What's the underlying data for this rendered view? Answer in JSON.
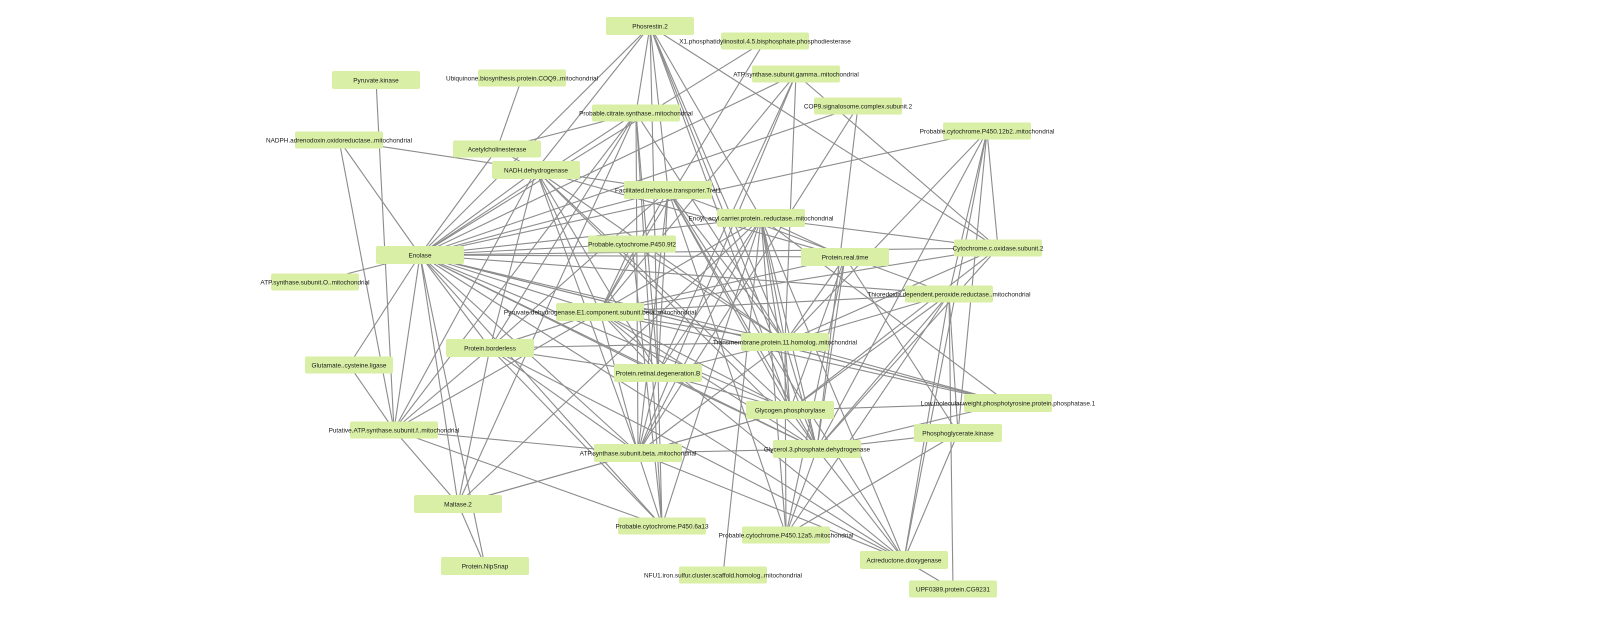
{
  "network": {
    "node_color": "#d9efa6",
    "edge_color": "#8c8c8c",
    "nodes": [
      {
        "id": "phos2",
        "label": "Phosrestin.2"
      },
      {
        "id": "x1pip",
        "label": "X1.phosphatidylinositol.4.5.bisphosphate.phosphodiesterase"
      },
      {
        "id": "pyrk",
        "label": "Pyruvate.kinase"
      },
      {
        "id": "ubiq",
        "label": "Ubiquinone.biosynthesis.protein.COQ9..mitochondrial"
      },
      {
        "id": "atpgam",
        "label": "ATP.synthase.subunit.gamma..mitochondrial"
      },
      {
        "id": "cop9",
        "label": "COP9.signalosome.complex.subunit.2"
      },
      {
        "id": "citsyn",
        "label": "Probable.citrate.synthase..mitochondrial"
      },
      {
        "id": "cyp12b2",
        "label": "Probable.cytochrome.P450.12b2..mitochondrial"
      },
      {
        "id": "nadphad",
        "label": "NADPH.adrenodoxin.oxidoreductase..mitochondrial"
      },
      {
        "id": "ache",
        "label": "Acetylcholinesterase"
      },
      {
        "id": "nadh",
        "label": "NADH.dehydrogenase"
      },
      {
        "id": "tret",
        "label": "Facilitated.trehalose.transporter.Tret1"
      },
      {
        "id": "enoyl",
        "label": "Enoyl..acyl.carrier.protein..reductase..mitochondrial"
      },
      {
        "id": "cyp9f2",
        "label": "Probable.cytochrome.P450.9f2"
      },
      {
        "id": "eno",
        "label": "Enolase"
      },
      {
        "id": "realtime",
        "label": "Protein.real.time"
      },
      {
        "id": "cox2",
        "label": "Cytochrome.c.oxidase.subunit.2"
      },
      {
        "id": "atpo",
        "label": "ATP.synthase.subunit.O..mitochondrial"
      },
      {
        "id": "thio",
        "label": "Thioredoxin.dependent.peroxide.reductase..mitochondrial"
      },
      {
        "id": "pdhe1b",
        "label": "Pyruvate.dehydrogenase.E1.component.subunit.beta..mitochondrial"
      },
      {
        "id": "tmem11",
        "label": "Transmembrane.protein.11.homolog..mitochondrial"
      },
      {
        "id": "border",
        "label": "Protein.borderless"
      },
      {
        "id": "gcl",
        "label": "Glutamate..cysteine.ligase"
      },
      {
        "id": "rdgb",
        "label": "Protein.retinal.degeneration.B"
      },
      {
        "id": "glyp",
        "label": "Glycogen.phosphorylase"
      },
      {
        "id": "lmwptp",
        "label": "Low.molecular.weight.phosphotyrosine.protein.phosphatase.1"
      },
      {
        "id": "atpf",
        "label": "Putative.ATP.synthase.subunit.f..mitochondrial"
      },
      {
        "id": "pgk",
        "label": "Phosphoglycerate.kinase"
      },
      {
        "id": "atpb",
        "label": "ATP.synthase.subunit.beta..mitochondrial"
      },
      {
        "id": "g3pdh",
        "label": "Glycerol.3.phosphate.dehydrogenase"
      },
      {
        "id": "malt2",
        "label": "Maltase.2"
      },
      {
        "id": "cyp6a13",
        "label": "Probable.cytochrome.P450.6a13"
      },
      {
        "id": "cyp12a5",
        "label": "Probable.cytochrome.P450.12a5..mitochondrial"
      },
      {
        "id": "acired",
        "label": "Acireductone.dioxygenase"
      },
      {
        "id": "nipsnap",
        "label": "Protein.NipSnap"
      },
      {
        "id": "nfu1",
        "label": "NFU1.iron.sulfur.cluster.scaffold.homolog..mitochondrial"
      },
      {
        "id": "upf",
        "label": "UPF0389.protein.CG9231"
      }
    ],
    "edges": [
      [
        "phos2",
        "citsyn"
      ],
      [
        "phos2",
        "nadh"
      ],
      [
        "phos2",
        "tret"
      ],
      [
        "phos2",
        "enoyl"
      ],
      [
        "phos2",
        "cox2"
      ],
      [
        "phos2",
        "tmem11"
      ],
      [
        "phos2",
        "glyp"
      ],
      [
        "phos2",
        "g3pdh"
      ],
      [
        "phos2",
        "rdgb"
      ],
      [
        "phos2",
        "eno"
      ],
      [
        "x1pip",
        "pdhe1b"
      ],
      [
        "x1pip",
        "eno"
      ],
      [
        "pyrk",
        "atpf"
      ],
      [
        "ubiq",
        "ache"
      ],
      [
        "atpgam",
        "eno"
      ],
      [
        "atpgam",
        "pdhe1b"
      ],
      [
        "atpgam",
        "atpb"
      ],
      [
        "atpgam",
        "rdgb"
      ],
      [
        "atpgam",
        "cox2"
      ],
      [
        "atpgam",
        "tmem11"
      ],
      [
        "cop9",
        "eno"
      ],
      [
        "cop9",
        "g3pdh"
      ],
      [
        "cop9",
        "atpb"
      ],
      [
        "citsyn",
        "eno"
      ],
      [
        "citsyn",
        "border"
      ],
      [
        "citsyn",
        "atpb"
      ],
      [
        "citsyn",
        "rdgb"
      ],
      [
        "citsyn",
        "tmem11"
      ],
      [
        "citsyn",
        "malt2"
      ],
      [
        "citsyn",
        "atpf"
      ],
      [
        "citsyn",
        "cyp6a13"
      ],
      [
        "citsyn",
        "ache"
      ],
      [
        "cyp12b2",
        "thio"
      ],
      [
        "cyp12b2",
        "eno"
      ],
      [
        "cyp12b2",
        "acired"
      ],
      [
        "cyp12b2",
        "pgk"
      ],
      [
        "cyp12b2",
        "tmem11"
      ],
      [
        "cyp12b2",
        "cox2"
      ],
      [
        "cyp12b2",
        "g3pdh"
      ],
      [
        "nadphad",
        "eno"
      ],
      [
        "nadphad",
        "atpf"
      ],
      [
        "nadphad",
        "tret"
      ],
      [
        "ache",
        "eno"
      ],
      [
        "ache",
        "nadh"
      ],
      [
        "nadh",
        "eno"
      ],
      [
        "nadh",
        "pdhe1b"
      ],
      [
        "nadh",
        "tmem11"
      ],
      [
        "nadh",
        "border"
      ],
      [
        "nadh",
        "rdgb"
      ],
      [
        "nadh",
        "atpb"
      ],
      [
        "nadh",
        "glyp"
      ],
      [
        "nadh",
        "g3pdh"
      ],
      [
        "nadh",
        "atpf"
      ],
      [
        "nadh",
        "realtime"
      ],
      [
        "tret",
        "eno"
      ],
      [
        "tret",
        "pdhe1b"
      ],
      [
        "tret",
        "tmem11"
      ],
      [
        "tret",
        "glyp"
      ],
      [
        "tret",
        "g3pdh"
      ],
      [
        "tret",
        "rdgb"
      ],
      [
        "tret",
        "atpb"
      ],
      [
        "tret",
        "cyp12a5"
      ],
      [
        "tret",
        "thio"
      ],
      [
        "tret",
        "border"
      ],
      [
        "tret",
        "acired"
      ],
      [
        "enoyl",
        "eno"
      ],
      [
        "enoyl",
        "pdhe1b"
      ],
      [
        "enoyl",
        "tmem11"
      ],
      [
        "enoyl",
        "glyp"
      ],
      [
        "enoyl",
        "g3pdh"
      ],
      [
        "enoyl",
        "rdgb"
      ],
      [
        "enoyl",
        "atpb"
      ],
      [
        "enoyl",
        "cyp12a5"
      ],
      [
        "enoyl",
        "realtime"
      ],
      [
        "enoyl",
        "cox2"
      ],
      [
        "enoyl",
        "lmwptp"
      ],
      [
        "enoyl",
        "acired"
      ],
      [
        "enoyl",
        "cyp6a13"
      ],
      [
        "enoyl",
        "nfu1"
      ],
      [
        "enoyl",
        "malt2"
      ],
      [
        "cyp9f2",
        "eno"
      ],
      [
        "cyp9f2",
        "pdhe1b"
      ],
      [
        "cyp9f2",
        "tmem11"
      ],
      [
        "cyp9f2",
        "cyp6a13"
      ],
      [
        "eno",
        "pdhe1b"
      ],
      [
        "eno",
        "tmem11"
      ],
      [
        "eno",
        "atpb"
      ],
      [
        "eno",
        "rdgb"
      ],
      [
        "eno",
        "border"
      ],
      [
        "eno",
        "atpf"
      ],
      [
        "eno",
        "malt2"
      ],
      [
        "eno",
        "nipsnap"
      ],
      [
        "eno",
        "cox2"
      ],
      [
        "eno",
        "realtime"
      ],
      [
        "eno",
        "g3pdh"
      ],
      [
        "eno",
        "glyp"
      ],
      [
        "eno",
        "acired"
      ],
      [
        "eno",
        "cyp6a13"
      ],
      [
        "eno",
        "lmwptp"
      ],
      [
        "eno",
        "gcl"
      ],
      [
        "eno",
        "atpo"
      ],
      [
        "eno",
        "thio"
      ],
      [
        "realtime",
        "pdhe1b"
      ],
      [
        "realtime",
        "tmem11"
      ],
      [
        "realtime",
        "g3pdh"
      ],
      [
        "realtime",
        "cyp12a5"
      ],
      [
        "realtime",
        "pgk"
      ],
      [
        "realtime",
        "glyp"
      ],
      [
        "cox2",
        "pdhe1b"
      ],
      [
        "cox2",
        "tmem11"
      ],
      [
        "cox2",
        "g3pdh"
      ],
      [
        "cox2",
        "glyp"
      ],
      [
        "thio",
        "pdhe1b"
      ],
      [
        "thio",
        "tmem11"
      ],
      [
        "thio",
        "pgk"
      ],
      [
        "thio",
        "g3pdh"
      ],
      [
        "thio",
        "acired"
      ],
      [
        "thio",
        "cyp12a5"
      ],
      [
        "thio",
        "glyp"
      ],
      [
        "thio",
        "upf"
      ],
      [
        "pdhe1b",
        "tmem11"
      ],
      [
        "pdhe1b",
        "border"
      ],
      [
        "pdhe1b",
        "rdgb"
      ],
      [
        "pdhe1b",
        "atpb"
      ],
      [
        "pdhe1b",
        "glyp"
      ],
      [
        "pdhe1b",
        "g3pdh"
      ],
      [
        "pdhe1b",
        "atpf"
      ],
      [
        "pdhe1b",
        "lmwptp"
      ],
      [
        "pdhe1b",
        "acired"
      ],
      [
        "tmem11",
        "rdgb"
      ],
      [
        "tmem11",
        "glyp"
      ],
      [
        "tmem11",
        "g3pdh"
      ],
      [
        "tmem11",
        "atpb"
      ],
      [
        "tmem11",
        "cyp12a5"
      ],
      [
        "tmem11",
        "lmwptp"
      ],
      [
        "tmem11",
        "border"
      ],
      [
        "border",
        "rdgb"
      ],
      [
        "border",
        "atpb"
      ],
      [
        "border",
        "atpf"
      ],
      [
        "border",
        "acired"
      ],
      [
        "border",
        "malt2"
      ],
      [
        "border",
        "cyp6a13"
      ],
      [
        "rdgb",
        "atpb"
      ],
      [
        "rdgb",
        "glyp"
      ],
      [
        "rdgb",
        "g3pdh"
      ],
      [
        "rdgb",
        "cyp6a13"
      ],
      [
        "glyp",
        "lmwptp"
      ],
      [
        "glyp",
        "g3pdh"
      ],
      [
        "glyp",
        "atpb"
      ],
      [
        "glyp",
        "malt2"
      ],
      [
        "lmwptp",
        "g3pdh"
      ],
      [
        "lmwptp",
        "eno"
      ],
      [
        "atpf",
        "atpb"
      ],
      [
        "atpf",
        "malt2"
      ],
      [
        "atpf",
        "cyp6a13"
      ],
      [
        "pgk",
        "g3pdh"
      ],
      [
        "pgk",
        "cyp12a5"
      ],
      [
        "pgk",
        "acired"
      ],
      [
        "atpb",
        "g3pdh"
      ],
      [
        "atpb",
        "malt2"
      ],
      [
        "atpb",
        "cyp6a13"
      ],
      [
        "atpb",
        "acired"
      ],
      [
        "g3pdh",
        "cyp12a5"
      ],
      [
        "g3pdh",
        "acired"
      ],
      [
        "malt2",
        "nipsnap"
      ],
      [
        "acired",
        "upf"
      ],
      [
        "gcl",
        "atpf"
      ]
    ]
  }
}
